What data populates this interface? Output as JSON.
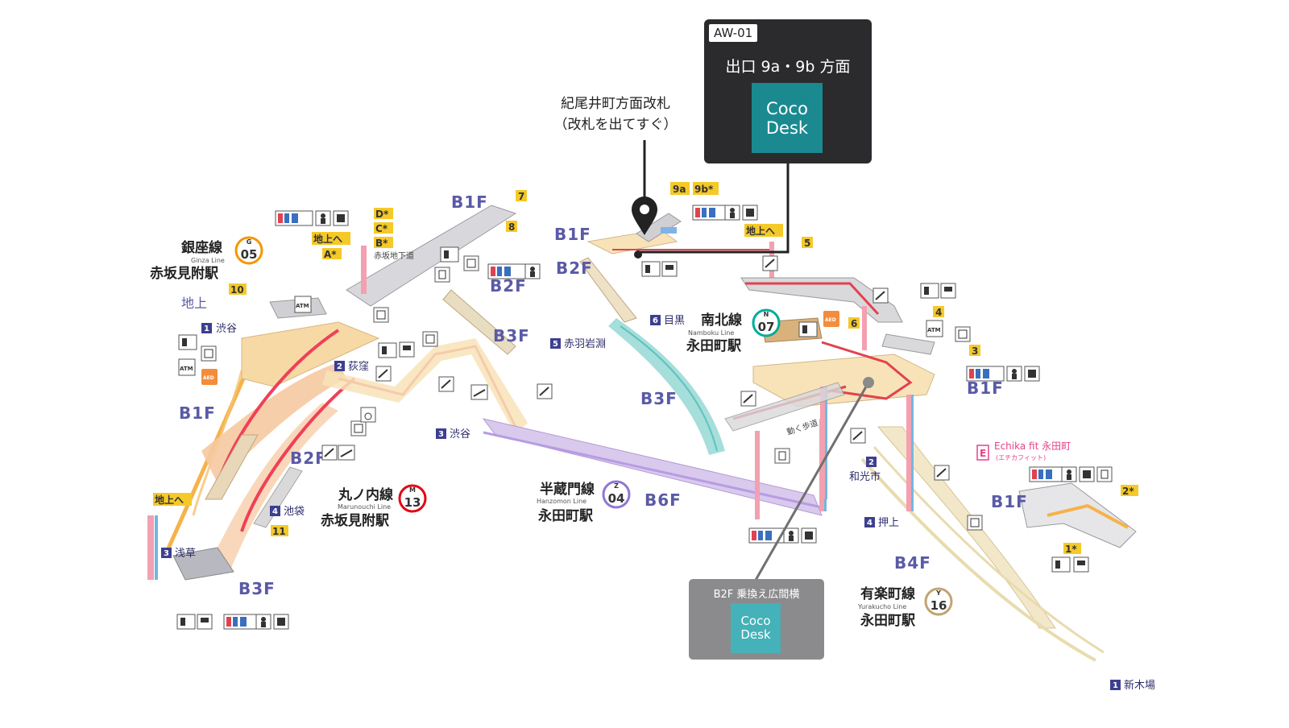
{
  "callout_main": {
    "code": "AW-01",
    "title": "出口 9a・9b 方面",
    "logo_line1": "Coco",
    "logo_line2": "Desk",
    "bg": "#2b2b2e",
    "logo_bg": "#1a8a90"
  },
  "callout_gate": {
    "line1": "紀尾井町方面改札",
    "line2": "（改札を出てすぐ）"
  },
  "callout_b2f": {
    "title": "B2F 乗換え広間横",
    "logo_line1": "Coco",
    "logo_line2": "Desk",
    "bg": "#8b8b8d",
    "logo_bg": "#45b1b8"
  },
  "stations": {
    "ginza": {
      "jp": "銀座線",
      "en": "Ginza Line",
      "name": "赤坂見附駅",
      "letter": "G",
      "num": "05",
      "color": "#f39700"
    },
    "marunouchi": {
      "jp": "丸ノ内線",
      "en": "Marunouchi Line",
      "name": "赤坂見附駅",
      "letter": "M",
      "num": "13",
      "color": "#e60012"
    },
    "namboku": {
      "jp": "南北線",
      "en": "Namboku Line",
      "name": "永田町駅",
      "letter": "N",
      "num": "07",
      "color": "#00ac9b"
    },
    "hanzomon": {
      "jp": "半蔵門線",
      "en": "Hanzomon Line",
      "name": "永田町駅",
      "letter": "Z",
      "num": "04",
      "color": "#8f76d6"
    },
    "yurakucho": {
      "jp": "有楽町線",
      "en": "Yurakucho Line",
      "name": "永田町駅",
      "letter": "Y",
      "num": "16",
      "color": "#c1a470"
    }
  },
  "floors": {
    "ginza_b1f": "B1F",
    "ginza_b2f": "B2F",
    "ginza_b3f": "B3F",
    "ground": "地上",
    "center_b1f": "B1F",
    "center_b2f": "B2F",
    "center_b3f": "B3F",
    "namboku_b1f": "B1F",
    "namboku_b2f": "B2F",
    "namboku_b3f": "B3F",
    "b6f": "B6F",
    "right_b1f": "B1F",
    "right_b1f2": "B1F",
    "b4f": "B4F"
  },
  "exits": {
    "e7": "7",
    "e8": "8",
    "e9a": "9a",
    "e9b": "9b*",
    "e5": "5",
    "e4": "4",
    "e3": "3",
    "e6": "6",
    "e10": "10",
    "e11": "11",
    "e2s": "2*",
    "e1s": "1*",
    "eD": "D*",
    "eC": "C*",
    "eB": "B*",
    "eA": "A*"
  },
  "labels": {
    "chijoue_1": "地上へ",
    "chijoue_2": "地上へ",
    "chijoue_3": "地上へ",
    "akasaka_chika": "赤坂地下道",
    "ugoku": "動く歩道",
    "echika": "Echika fit 永田町",
    "echika_kana": "(エチカフィット)"
  },
  "directions": {
    "shibuya_g": {
      "num": "1",
      "text": "渋谷"
    },
    "ogikubo": {
      "num": "2",
      "text": "荻窪"
    },
    "asakusa": {
      "num": "3",
      "text": "浅草"
    },
    "ikebukuro": {
      "num": "4",
      "text": "池袋"
    },
    "meguro": {
      "num": "6",
      "text": "目黒"
    },
    "akabane": {
      "num": "5",
      "text": "赤羽岩淵"
    },
    "shibuya_z": {
      "num": "3",
      "text": "渋谷"
    },
    "wakoshi": {
      "num": "2",
      "text": "和光市"
    },
    "oshiage": {
      "num": "4",
      "text": "押上"
    },
    "shinkiba": {
      "num": "1",
      "text": "新木場"
    }
  },
  "icons": {
    "atm": "ATM",
    "aed": "AED"
  }
}
